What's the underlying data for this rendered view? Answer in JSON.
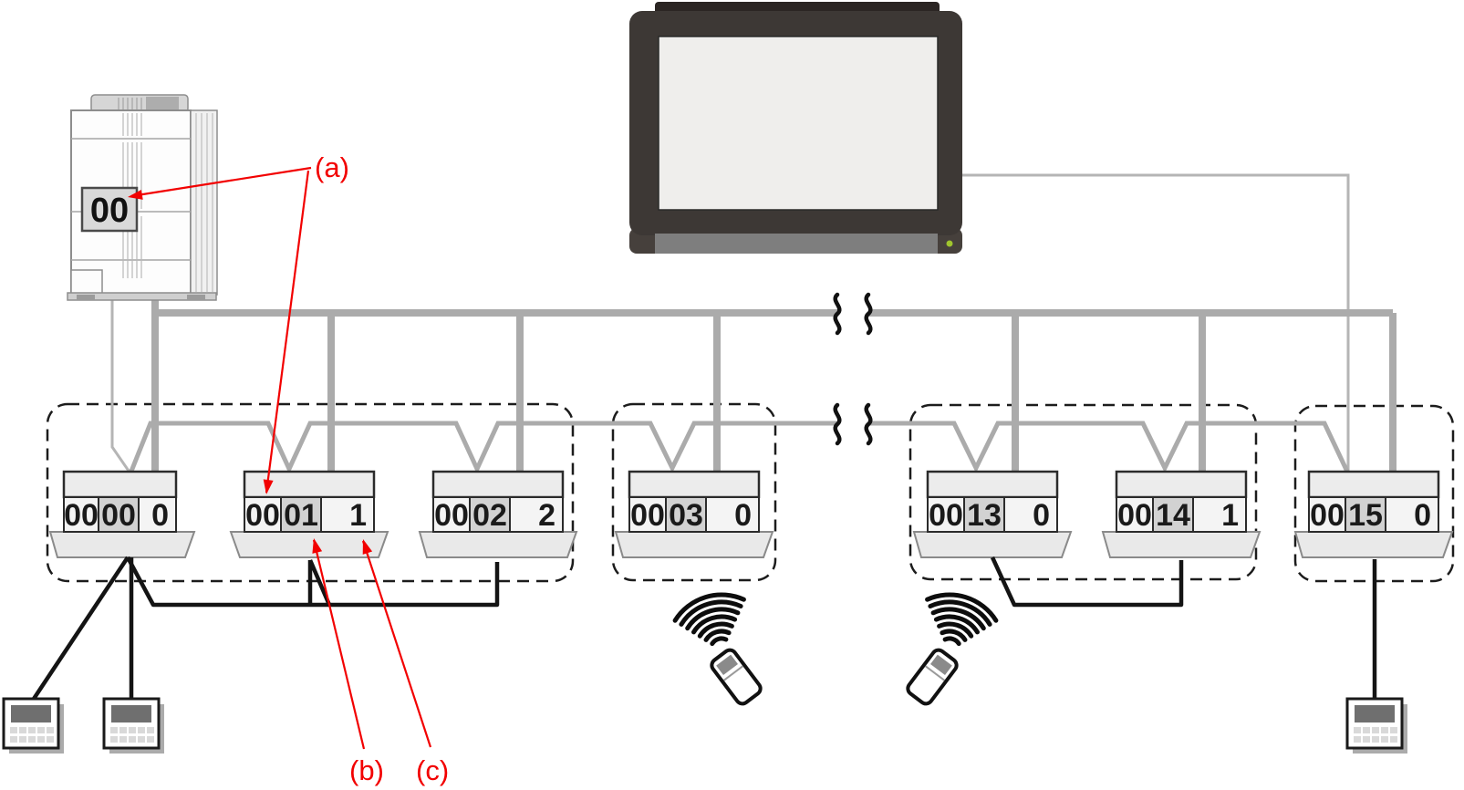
{
  "outdoor_unit": {
    "address_label": "00"
  },
  "central_controller": {
    "type": "touch-panel"
  },
  "indoor_units": [
    {
      "name": "indoor-unit-00",
      "cells": [
        "00",
        "00",
        "0"
      ]
    },
    {
      "name": "indoor-unit-01",
      "cells": [
        "00",
        "01",
        "1"
      ]
    },
    {
      "name": "indoor-unit-02",
      "cells": [
        "00",
        "02",
        "2"
      ]
    },
    {
      "name": "indoor-unit-03",
      "cells": [
        "00",
        "03",
        "0"
      ]
    },
    {
      "name": "indoor-unit-13",
      "cells": [
        "00",
        "13",
        "0"
      ]
    },
    {
      "name": "indoor-unit-14",
      "cells": [
        "00",
        "14",
        "1"
      ]
    },
    {
      "name": "indoor-unit-15",
      "cells": [
        "00",
        "15",
        "0"
      ]
    }
  ],
  "annotations": {
    "a": "(a)",
    "b": "(b)",
    "c": "(c)"
  },
  "colors": {
    "wire_gray": "#ababab",
    "wire_black": "#141414",
    "annotation_red": "#f20000",
    "led_green": "#a0c52e",
    "cell_mid_gray": "#d2d2d2"
  }
}
